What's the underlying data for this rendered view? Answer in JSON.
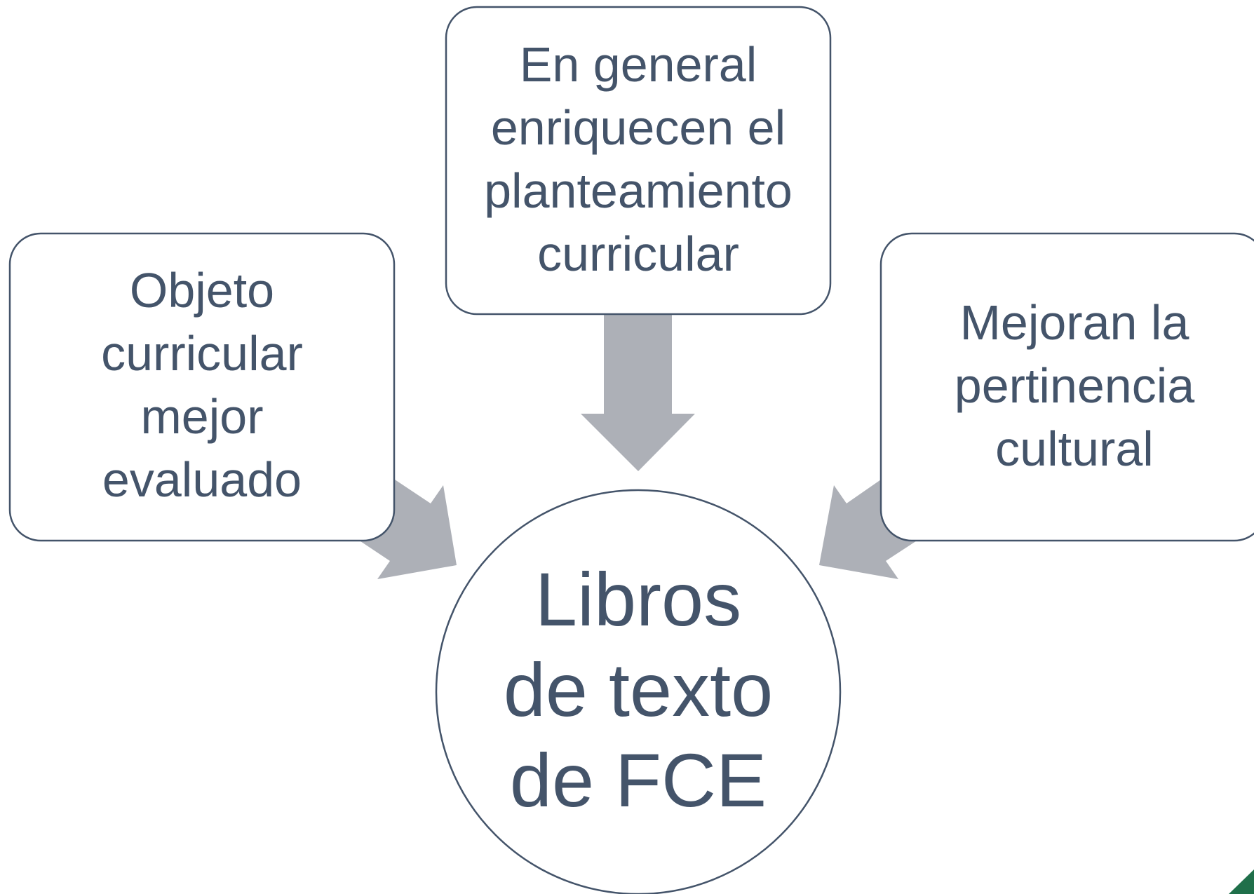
{
  "diagram": {
    "center": {
      "lines": [
        "Libros",
        "de texto",
        "de FCE"
      ]
    },
    "top": {
      "lines": [
        "En general",
        "enriquecen el",
        "planteamiento",
        "curricular"
      ]
    },
    "left": {
      "lines": [
        "Objeto",
        "curricular",
        "mejor",
        "evaluado"
      ]
    },
    "right": {
      "lines": [
        "Mejoran la",
        "pertinencia",
        "cultural"
      ]
    }
  },
  "colors": {
    "text": "#44546a",
    "border": "#44546a",
    "arrow": "#adb0b7",
    "corner_accent": "#1f6f4a"
  }
}
